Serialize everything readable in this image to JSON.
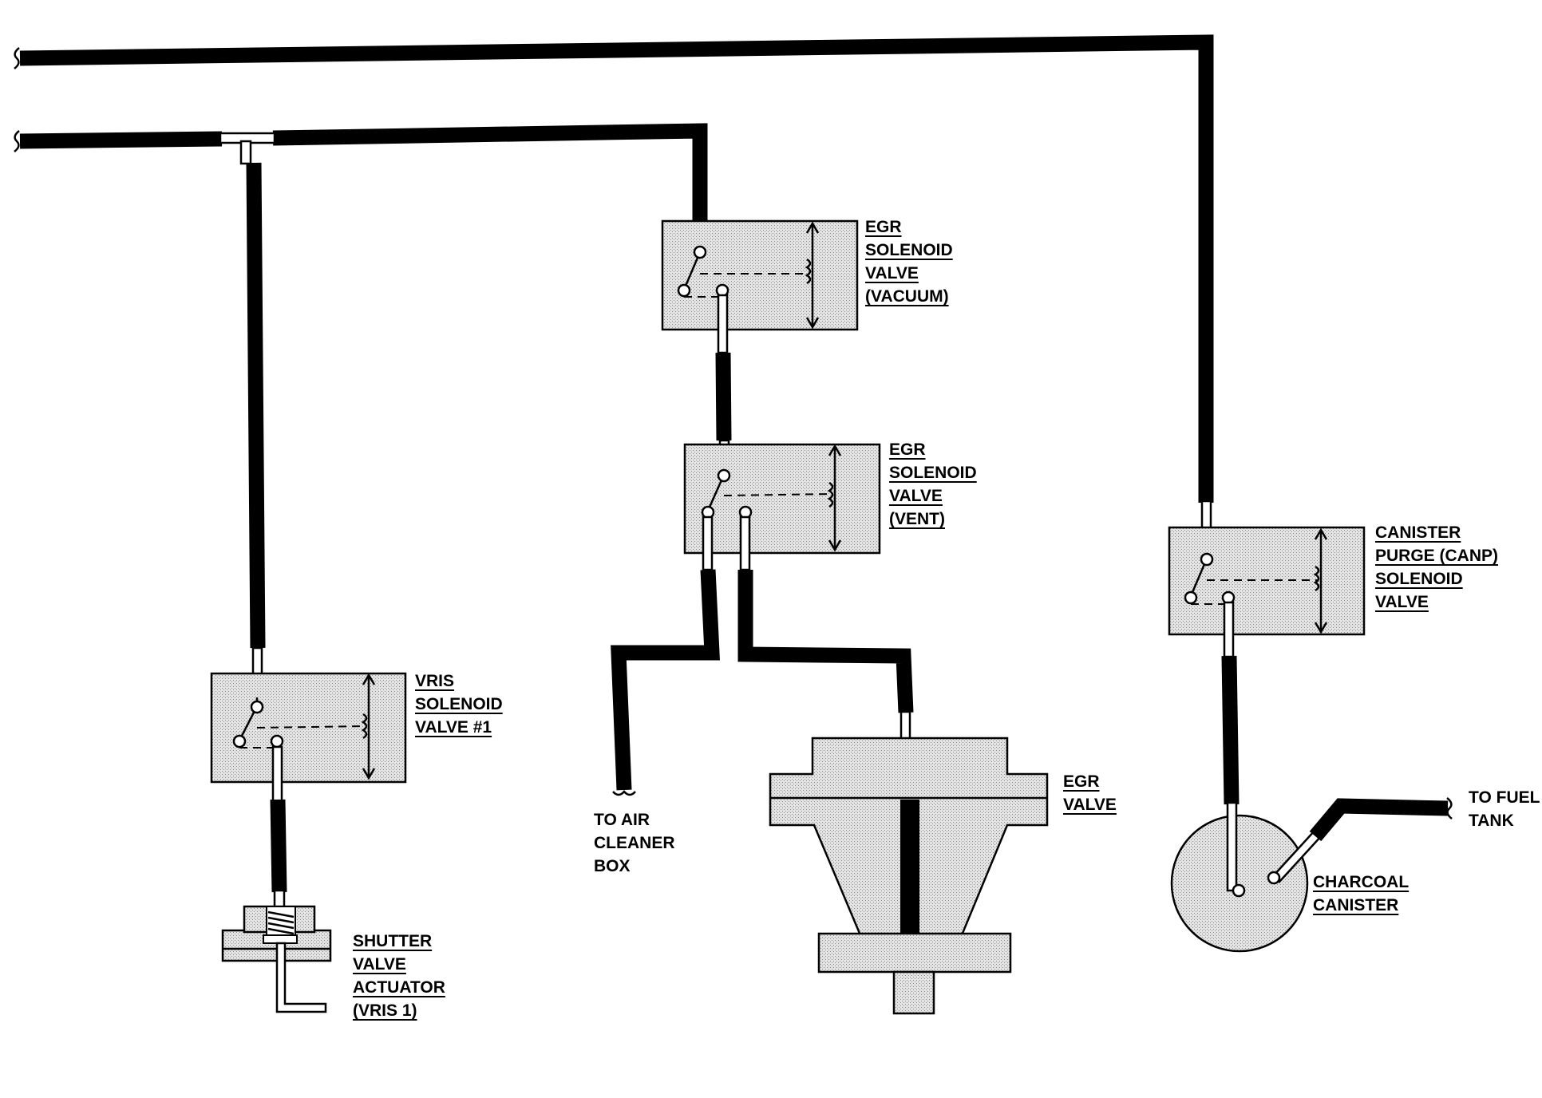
{
  "labels": {
    "egr_solenoid_vacuum": [
      "EGR",
      "SOLENOID",
      "VALVE",
      "(VACUUM)"
    ],
    "egr_solenoid_vent": [
      "EGR",
      "SOLENOID",
      "VALVE",
      "(VENT)"
    ],
    "canp_solenoid": [
      "CANISTER",
      "PURGE (CANP)",
      "SOLENOID",
      "VALVE"
    ],
    "vris_solenoid": [
      "VRIS",
      "SOLENOID",
      "VALVE #1"
    ],
    "shutter_actuator": [
      "SHUTTER",
      "VALVE",
      "ACTUATOR",
      "(VRIS 1)"
    ],
    "air_cleaner": [
      "TO AIR",
      "CLEANER",
      "BOX"
    ],
    "egr_valve": [
      "EGR",
      "VALVE"
    ],
    "fuel_tank": [
      "TO FUEL",
      "TANK"
    ],
    "charcoal_canister": [
      "CHARCOAL",
      "CANISTER"
    ]
  }
}
